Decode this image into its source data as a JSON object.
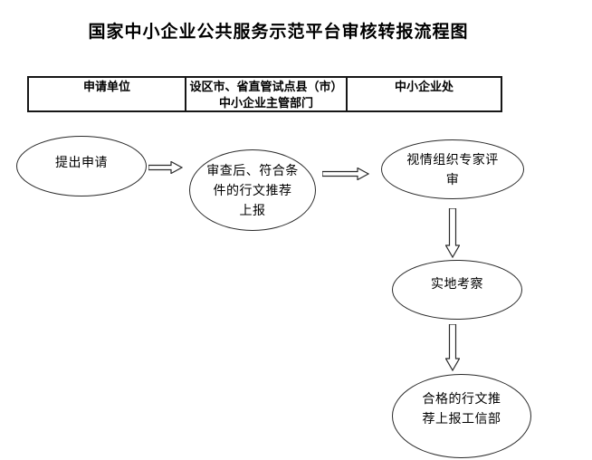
{
  "title": "国家中小企业公共服务示范平台审核转报流程图",
  "table": {
    "headers": [
      "申请单位",
      "设区市、省直管试点县（市）\n中小企业主管部门",
      "中小企业处"
    ]
  },
  "flow": {
    "nodes": [
      {
        "id": "submit-application",
        "shape": "ellipse",
        "label": "提出申请"
      },
      {
        "id": "review-recommend",
        "shape": "ellipse",
        "label": "审查后、符合条\n件的行文推荐\n上报"
      },
      {
        "id": "expert-evaluation",
        "shape": "ellipse",
        "label": "视情组织专家评\n审"
      },
      {
        "id": "site-inspection",
        "shape": "ellipse",
        "label": "实地考察"
      },
      {
        "id": "report-to-miit",
        "shape": "ellipse",
        "label": "合格的行文推\n荐上报工信部"
      }
    ],
    "connectors": [
      {
        "from": "submit-application",
        "to": "review-recommend",
        "direction": "right"
      },
      {
        "from": "review-recommend",
        "to": "expert-evaluation",
        "direction": "right"
      },
      {
        "from": "expert-evaluation",
        "to": "site-inspection",
        "direction": "down"
      },
      {
        "from": "site-inspection",
        "to": "report-to-miit",
        "direction": "down"
      }
    ]
  },
  "colors": {
    "background": "#ffffff",
    "line": "#2a2a2a",
    "text": "#000000"
  }
}
